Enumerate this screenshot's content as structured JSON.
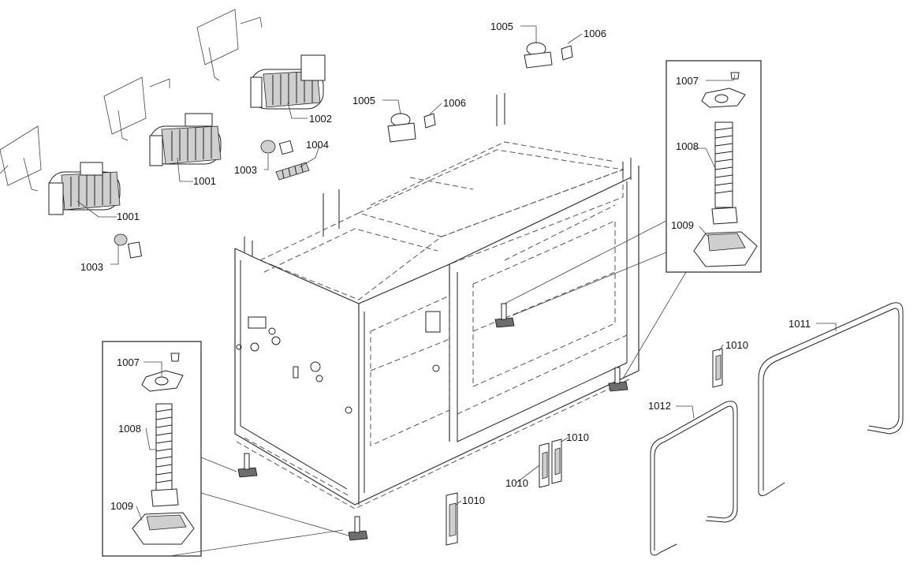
{
  "diagram": {
    "labels": {
      "l1001a": "1001",
      "l1001b": "1001",
      "l1002": "1002",
      "l1003a": "1003",
      "l1003b": "1003",
      "l1004": "1004",
      "l1005a": "1005",
      "l1006a": "1006",
      "l1005b": "1005",
      "l1006b": "1006",
      "l1007r": "1007",
      "l1008r": "1008",
      "l1009r": "1009",
      "l1007l": "1007",
      "l1008l": "1008",
      "l1009l": "1009",
      "l1010a": "1010",
      "l1010b": "1010",
      "l1010c": "1010",
      "l1010d": "1010",
      "l1011": "1011",
      "l1012": "1012"
    }
  }
}
